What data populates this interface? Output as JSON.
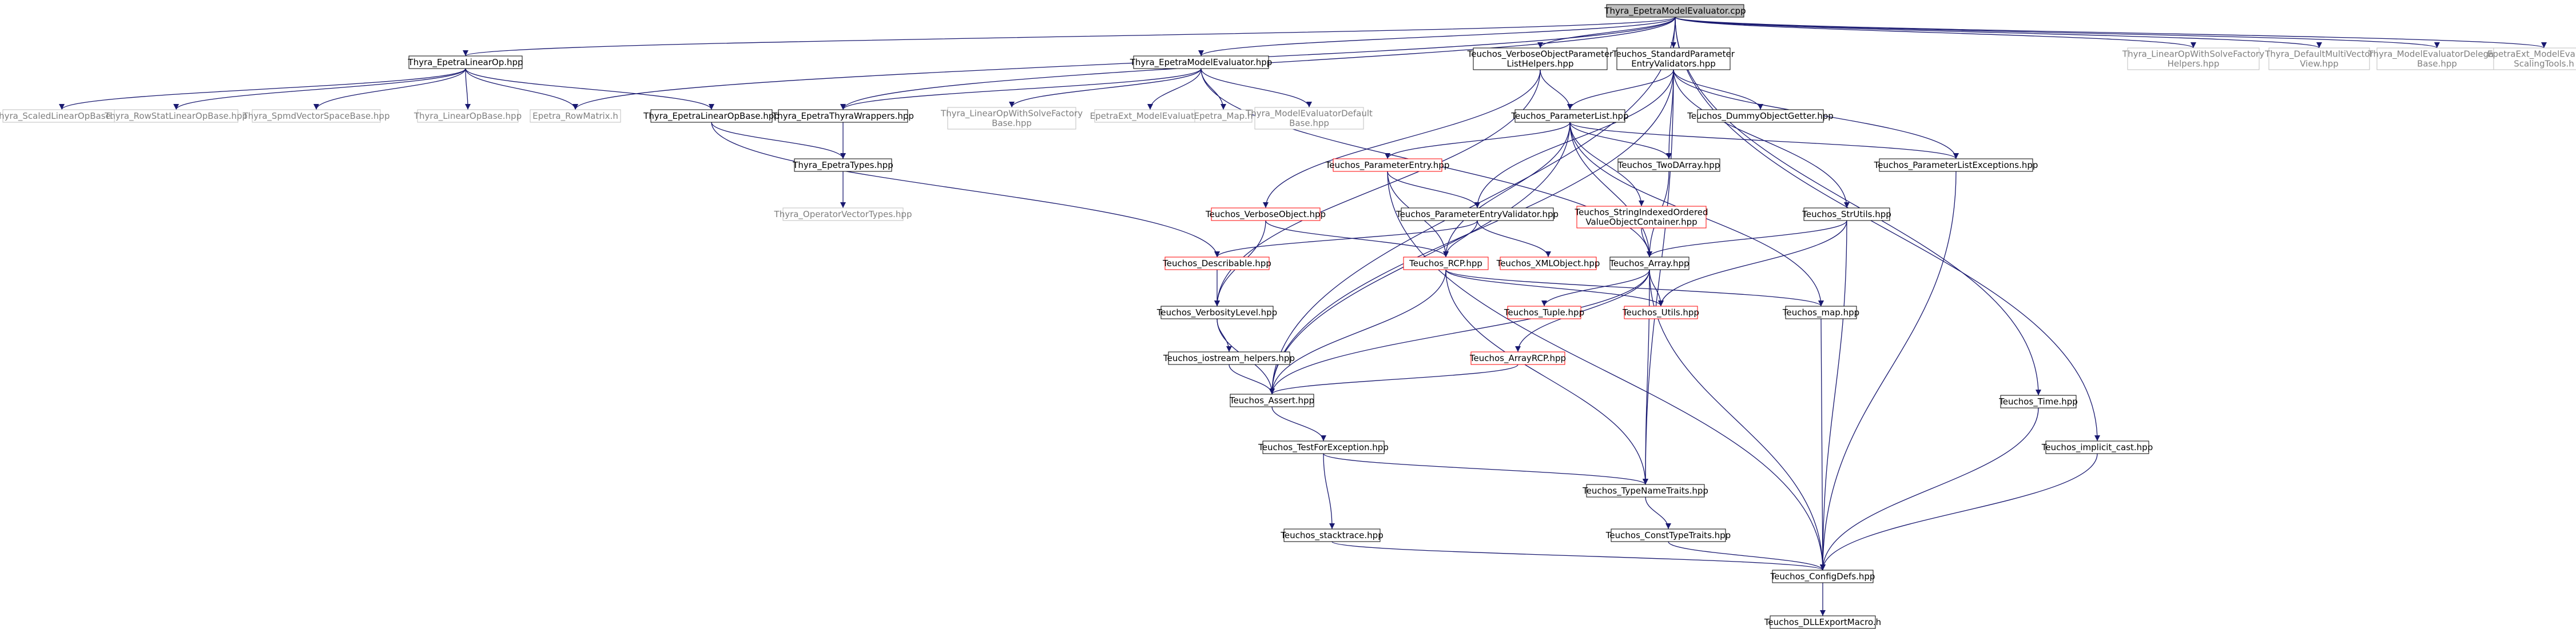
{
  "graph": {
    "colors": {
      "edge": "#191970",
      "box_normal": "#000000",
      "box_truncated": "#ff0000",
      "box_external": "#bfbfbf",
      "root_fill": "#bfbfbf",
      "text_normal": "#000000",
      "text_external": "#7f7f7f"
    },
    "nodes": [
      {
        "id": "n1",
        "label": [
          "Thyra_EpetraModelEvaluator.cpp"
        ],
        "style": "root"
      },
      {
        "id": "n2",
        "label": [
          "Thyra_EpetraLinearOp.hpp"
        ],
        "style": "normal"
      },
      {
        "id": "n3",
        "label": [
          "Thyra_ScaledLinearOpBase.hpp"
        ],
        "style": "external"
      },
      {
        "id": "n4",
        "label": [
          "Thyra_RowStatLinearOpBase.hpp"
        ],
        "style": "external"
      },
      {
        "id": "n5",
        "label": [
          "Thyra_SpmdVectorSpaceBase.hpp"
        ],
        "style": "external"
      },
      {
        "id": "n6",
        "label": [
          "Thyra_LinearOpBase.hpp"
        ],
        "style": "external"
      },
      {
        "id": "n7",
        "label": [
          "Epetra_RowMatrix.h"
        ],
        "style": "external"
      },
      {
        "id": "n8",
        "label": [
          "Thyra_EpetraLinearOpBase.hpp"
        ],
        "style": "normal"
      },
      {
        "id": "n9",
        "label": [
          "Thyra_EpetraThyraWrappers.hpp"
        ],
        "style": "normal"
      },
      {
        "id": "n10",
        "label": [
          "Thyra_EpetraTypes.hpp"
        ],
        "style": "normal"
      },
      {
        "id": "n11",
        "label": [
          "Thyra_OperatorVectorTypes.hpp"
        ],
        "style": "external"
      },
      {
        "id": "n12",
        "label": [
          "Thyra_EpetraModelEvaluator.hpp"
        ],
        "style": "normal"
      },
      {
        "id": "n13",
        "label": [
          "Thyra_LinearOpWithSolveFactory",
          "Base.hpp"
        ],
        "style": "external"
      },
      {
        "id": "n14",
        "label": [
          "EpetraExt_ModelEvaluator.h"
        ],
        "style": "external"
      },
      {
        "id": "n15",
        "label": [
          "Epetra_Map.h"
        ],
        "style": "external"
      },
      {
        "id": "n16",
        "label": [
          "Thyra_ModelEvaluatorDefault",
          "Base.hpp"
        ],
        "style": "external"
      },
      {
        "id": "n17",
        "label": [
          "Teuchos_VerboseObjectParameter",
          "ListHelpers.hpp"
        ],
        "style": "normal"
      },
      {
        "id": "n18",
        "label": [
          "Teuchos_StandardParameter",
          "EntryValidators.hpp"
        ],
        "style": "normal"
      },
      {
        "id": "n19",
        "label": [
          "Teuchos_ParameterList.hpp"
        ],
        "style": "normal"
      },
      {
        "id": "n20",
        "label": [
          "Teuchos_DummyObjectGetter.hpp"
        ],
        "style": "normal"
      },
      {
        "id": "n21",
        "label": [
          "Teuchos_ParameterEntry.hpp"
        ],
        "style": "truncated"
      },
      {
        "id": "n22",
        "label": [
          "Teuchos_TwoDArray.hpp"
        ],
        "style": "normal"
      },
      {
        "id": "n23",
        "label": [
          "Teuchos_ParameterListExceptions.hpp"
        ],
        "style": "normal"
      },
      {
        "id": "n24",
        "label": [
          "Teuchos_VerboseObject.hpp"
        ],
        "style": "truncated"
      },
      {
        "id": "n25",
        "label": [
          "Teuchos_ParameterEntryValidator.hpp"
        ],
        "style": "normal"
      },
      {
        "id": "n26",
        "label": [
          "Teuchos_StringIndexedOrdered",
          "ValueObjectContainer.hpp"
        ],
        "style": "truncated"
      },
      {
        "id": "n27",
        "label": [
          "Teuchos_StrUtils.hpp"
        ],
        "style": "normal"
      },
      {
        "id": "n28",
        "label": [
          "Teuchos_Describable.hpp"
        ],
        "style": "truncated"
      },
      {
        "id": "n29",
        "label": [
          "Teuchos_RCP.hpp"
        ],
        "style": "truncated"
      },
      {
        "id": "n30",
        "label": [
          "Teuchos_XMLObject.hpp"
        ],
        "style": "truncated"
      },
      {
        "id": "n31",
        "label": [
          "Teuchos_Array.hpp"
        ],
        "style": "normal"
      },
      {
        "id": "n32",
        "label": [
          "Teuchos_VerbosityLevel.hpp"
        ],
        "style": "normal"
      },
      {
        "id": "n33",
        "label": [
          "Teuchos_Tuple.hpp"
        ],
        "style": "truncated"
      },
      {
        "id": "n34",
        "label": [
          "Teuchos_Utils.hpp"
        ],
        "style": "truncated"
      },
      {
        "id": "n35",
        "label": [
          "Teuchos_map.hpp"
        ],
        "style": "normal"
      },
      {
        "id": "n36",
        "label": [
          "Teuchos_iostream_helpers.hpp"
        ],
        "style": "normal"
      },
      {
        "id": "n37",
        "label": [
          "Teuchos_ArrayRCP.hpp"
        ],
        "style": "truncated"
      },
      {
        "id": "n38",
        "label": [
          "Teuchos_Assert.hpp"
        ],
        "style": "normal"
      },
      {
        "id": "n39",
        "label": [
          "Teuchos_TestForException.hpp"
        ],
        "style": "normal"
      },
      {
        "id": "n40",
        "label": [
          "Teuchos_TypeNameTraits.hpp"
        ],
        "style": "normal"
      },
      {
        "id": "n41",
        "label": [
          "Teuchos_stacktrace.hpp"
        ],
        "style": "normal"
      },
      {
        "id": "n42",
        "label": [
          "Teuchos_ConstTypeTraits.hpp"
        ],
        "style": "normal"
      },
      {
        "id": "n43",
        "label": [
          "Teuchos_ConfigDefs.hpp"
        ],
        "style": "normal"
      },
      {
        "id": "n44",
        "label": [
          "Teuchos_DLLExportMacro.h"
        ],
        "style": "normal"
      },
      {
        "id": "n45",
        "label": [
          "Teuchos_Time.hpp"
        ],
        "style": "normal"
      },
      {
        "id": "n46",
        "label": [
          "Teuchos_implicit_cast.hpp"
        ],
        "style": "normal"
      },
      {
        "id": "n47",
        "label": [
          "Thyra_LinearOpWithSolveFactory",
          "Helpers.hpp"
        ],
        "style": "external"
      },
      {
        "id": "n48",
        "label": [
          "Thyra_DefaultMultiVector",
          "View.hpp"
        ],
        "style": "external"
      },
      {
        "id": "n49",
        "label": [
          "Thyra_ModelEvaluatorDelegator",
          "Base.hpp"
        ],
        "style": "external"
      },
      {
        "id": "n50",
        "label": [
          "EpetraExt_ModelEvaluator",
          "ScalingTools.h"
        ],
        "style": "external"
      }
    ],
    "edges": [
      [
        "n1",
        "n2"
      ],
      [
        "n1",
        "n7"
      ],
      [
        "n1",
        "n9"
      ],
      [
        "n1",
        "n12"
      ],
      [
        "n1",
        "n17"
      ],
      [
        "n1",
        "n18"
      ],
      [
        "n1",
        "n38"
      ],
      [
        "n1",
        "n45"
      ],
      [
        "n1",
        "n46"
      ],
      [
        "n1",
        "n47"
      ],
      [
        "n1",
        "n48"
      ],
      [
        "n1",
        "n49"
      ],
      [
        "n1",
        "n50"
      ],
      [
        "n2",
        "n3"
      ],
      [
        "n2",
        "n4"
      ],
      [
        "n2",
        "n5"
      ],
      [
        "n2",
        "n6"
      ],
      [
        "n2",
        "n7"
      ],
      [
        "n2",
        "n8"
      ],
      [
        "n8",
        "n10"
      ],
      [
        "n8",
        "n28"
      ],
      [
        "n9",
        "n10"
      ],
      [
        "n10",
        "n11"
      ],
      [
        "n12",
        "n9"
      ],
      [
        "n12",
        "n13"
      ],
      [
        "n12",
        "n14"
      ],
      [
        "n12",
        "n15"
      ],
      [
        "n12",
        "n16"
      ],
      [
        "n12",
        "n31"
      ],
      [
        "n17",
        "n19"
      ],
      [
        "n17",
        "n24"
      ],
      [
        "n17",
        "n32"
      ],
      [
        "n18",
        "n19"
      ],
      [
        "n18",
        "n20"
      ],
      [
        "n18",
        "n23"
      ],
      [
        "n18",
        "n25"
      ],
      [
        "n18",
        "n27"
      ],
      [
        "n18",
        "n22"
      ],
      [
        "n18",
        "n40"
      ],
      [
        "n18",
        "n38"
      ],
      [
        "n19",
        "n21"
      ],
      [
        "n19",
        "n22"
      ],
      [
        "n19",
        "n23"
      ],
      [
        "n19",
        "n26"
      ],
      [
        "n19",
        "n29"
      ],
      [
        "n19",
        "n31"
      ],
      [
        "n19",
        "n35"
      ],
      [
        "n19",
        "n38"
      ],
      [
        "n21",
        "n25"
      ],
      [
        "n21",
        "n29"
      ],
      [
        "n21",
        "n43"
      ],
      [
        "n22",
        "n31"
      ],
      [
        "n23",
        "n43"
      ],
      [
        "n24",
        "n29"
      ],
      [
        "n24",
        "n32"
      ],
      [
        "n25",
        "n28"
      ],
      [
        "n25",
        "n29"
      ],
      [
        "n25",
        "n30"
      ],
      [
        "n26",
        "n31"
      ],
      [
        "n27",
        "n31"
      ],
      [
        "n27",
        "n34"
      ],
      [
        "n27",
        "n43"
      ],
      [
        "n28",
        "n32"
      ],
      [
        "n29",
        "n34"
      ],
      [
        "n29",
        "n38"
      ],
      [
        "n29",
        "n40"
      ],
      [
        "n29",
        "n35"
      ],
      [
        "n31",
        "n33"
      ],
      [
        "n31",
        "n34"
      ],
      [
        "n31",
        "n37"
      ],
      [
        "n31",
        "n38"
      ],
      [
        "n31",
        "n40"
      ],
      [
        "n31",
        "n43"
      ],
      [
        "n32",
        "n36"
      ],
      [
        "n32",
        "n38"
      ],
      [
        "n35",
        "n43"
      ],
      [
        "n36",
        "n38"
      ],
      [
        "n37",
        "n38"
      ],
      [
        "n38",
        "n39"
      ],
      [
        "n39",
        "n40"
      ],
      [
        "n39",
        "n41"
      ],
      [
        "n40",
        "n42"
      ],
      [
        "n41",
        "n43"
      ],
      [
        "n42",
        "n43"
      ],
      [
        "n43",
        "n44"
      ],
      [
        "n45",
        "n43"
      ],
      [
        "n46",
        "n43"
      ]
    ]
  }
}
